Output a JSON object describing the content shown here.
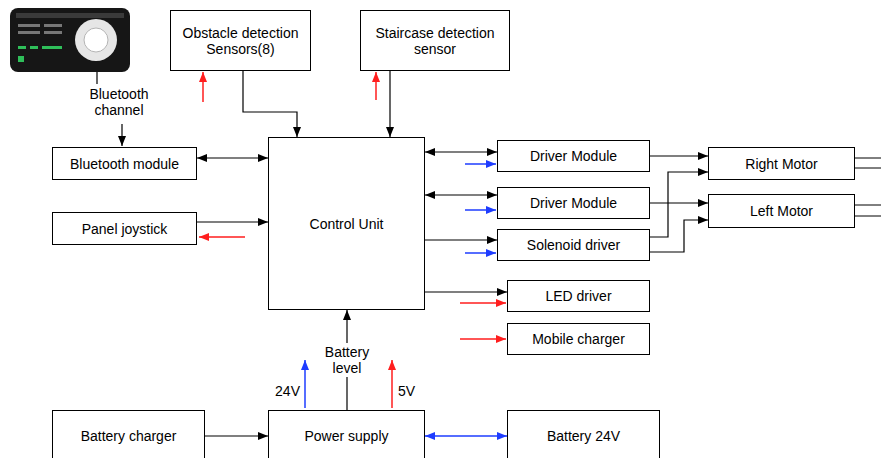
{
  "diagram": {
    "nodes": [
      {
        "text": [
          "Obstacle detection Sensors(8)"
        ]
      },
      {
        "text": [
          "Staircase detection sensor"
        ]
      },
      {
        "text": [
          "Bluetooth module"
        ]
      },
      {
        "text": [
          "Panel joystick"
        ]
      },
      {
        "text": [
          "Control Unit"
        ]
      },
      {
        "text": [
          "Driver Module"
        ]
      },
      {
        "text": [
          "Driver Module"
        ]
      },
      {
        "text": [
          "Solenoid driver"
        ]
      },
      {
        "text": [
          "LED driver"
        ]
      },
      {
        "text": [
          "Mobile charger"
        ]
      },
      {
        "text": [
          "Right Motor"
        ]
      },
      {
        "text": [
          "Left Motor"
        ]
      },
      {
        "text": [
          "Battery charger"
        ]
      },
      {
        "text": [
          "Power supply"
        ]
      },
      {
        "text": [
          "Battery 24V"
        ]
      }
    ],
    "edges": [
      {
        "from": 0,
        "to": 4,
        "arrow": "to"
      },
      {
        "from": 1,
        "to": 4,
        "arrow": "to"
      },
      {
        "from": 2,
        "to": 4,
        "arrow": "both"
      },
      {
        "from": 3,
        "to": 4,
        "arrow": "to"
      },
      {
        "from": 4,
        "to": 5,
        "arrow": "both"
      },
      {
        "from": 4,
        "to": 6,
        "arrow": "both"
      },
      {
        "from": 4,
        "to": 7,
        "arrow": "to"
      },
      {
        "from": 4,
        "to": 8,
        "arrow": "to"
      },
      {
        "from": 5,
        "to": 10,
        "arrow": "to"
      },
      {
        "from": 6,
        "to": 11,
        "arrow": "to"
      },
      {
        "from": 7,
        "to": 10,
        "arrow": "to"
      },
      {
        "from": 7,
        "to": 11,
        "arrow": "to"
      },
      {
        "from": 13,
        "to": 4,
        "label": "Battery level",
        "arrow": "to"
      },
      {
        "from": 12,
        "to": 13,
        "arrow": "to"
      },
      {
        "from": 13,
        "to": 14,
        "arrow": "both"
      }
    ],
    "labels": [
      "Bluetooth channel",
      "24V",
      "5V"
    ]
  }
}
